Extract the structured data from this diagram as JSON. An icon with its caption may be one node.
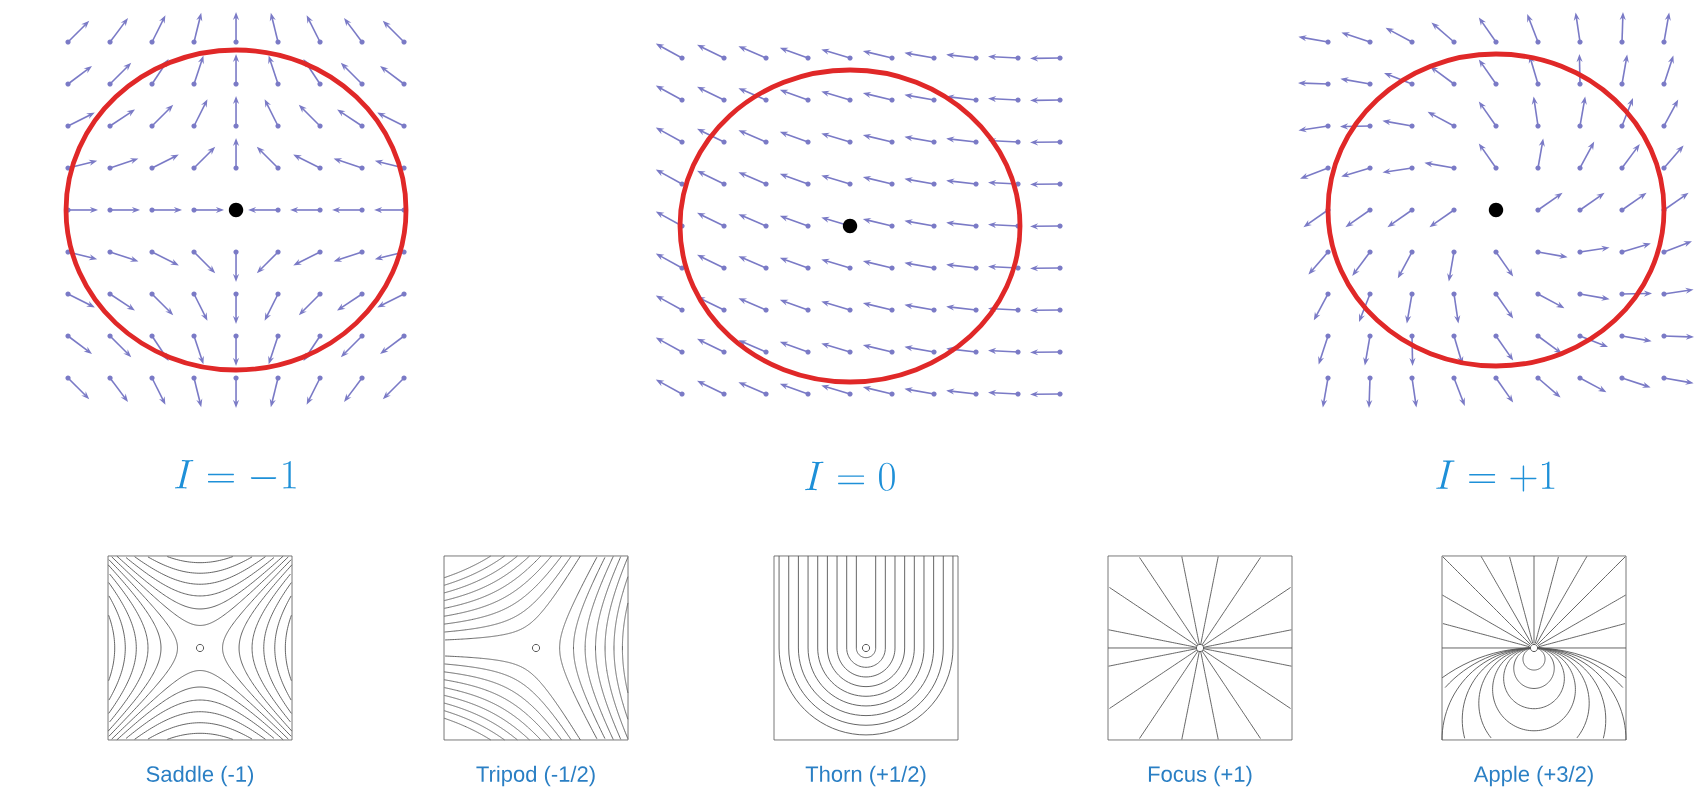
{
  "diagram": {
    "labels": [
      "I = -1",
      "I = 0",
      "I = +1",
      "Saddle (-1)",
      "Tripod (-1/2)",
      "Thorn (+1/2)",
      "Focus (+1)",
      "Apple (+3/2)"
    ]
  }
}
